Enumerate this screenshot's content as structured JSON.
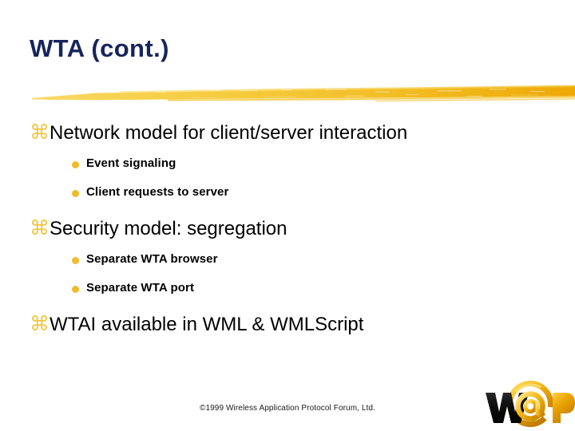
{
  "slide": {
    "title": "WTA (cont.)",
    "title_color": "#16255C",
    "background_color": "#FFFFFF",
    "accent_color": "#F2C33C",
    "divider": {
      "name": "yellow-brush-stroke",
      "color_light": "#F7D64A",
      "color_dark": "#EFAE12"
    },
    "bullets": [
      {
        "level": 1,
        "marker": "command-glyph-bullet",
        "marker_char": "⌘",
        "text": "Network model for client/server interaction"
      },
      {
        "level": 2,
        "marker": "dot-bullet",
        "marker_char": "●",
        "text": "Event signaling"
      },
      {
        "level": 2,
        "marker": "dot-bullet",
        "marker_char": "●",
        "text": "Client requests to server"
      },
      {
        "level": 1,
        "marker": "command-glyph-bullet",
        "marker_char": "⌘",
        "text": "Security model: segregation"
      },
      {
        "level": 2,
        "marker": "dot-bullet",
        "marker_char": "●",
        "text": "Separate WTA browser"
      },
      {
        "level": 2,
        "marker": "dot-bullet",
        "marker_char": "●",
        "text": "Separate WTA port"
      },
      {
        "level": 1,
        "marker": "command-glyph-bullet",
        "marker_char": "⌘",
        "text": "WTAI available in WML & WMLScript"
      }
    ],
    "footer": {
      "copyright": "©1999 Wireless Application Protocol Forum, Ltd."
    },
    "logo": {
      "name": "wap-logo",
      "text_w": "w",
      "text_at": "@",
      "text_p": "p",
      "color_black": "#0D0D0D",
      "color_gold": "#E8A400",
      "color_gold_light": "#FFC82E"
    }
  }
}
